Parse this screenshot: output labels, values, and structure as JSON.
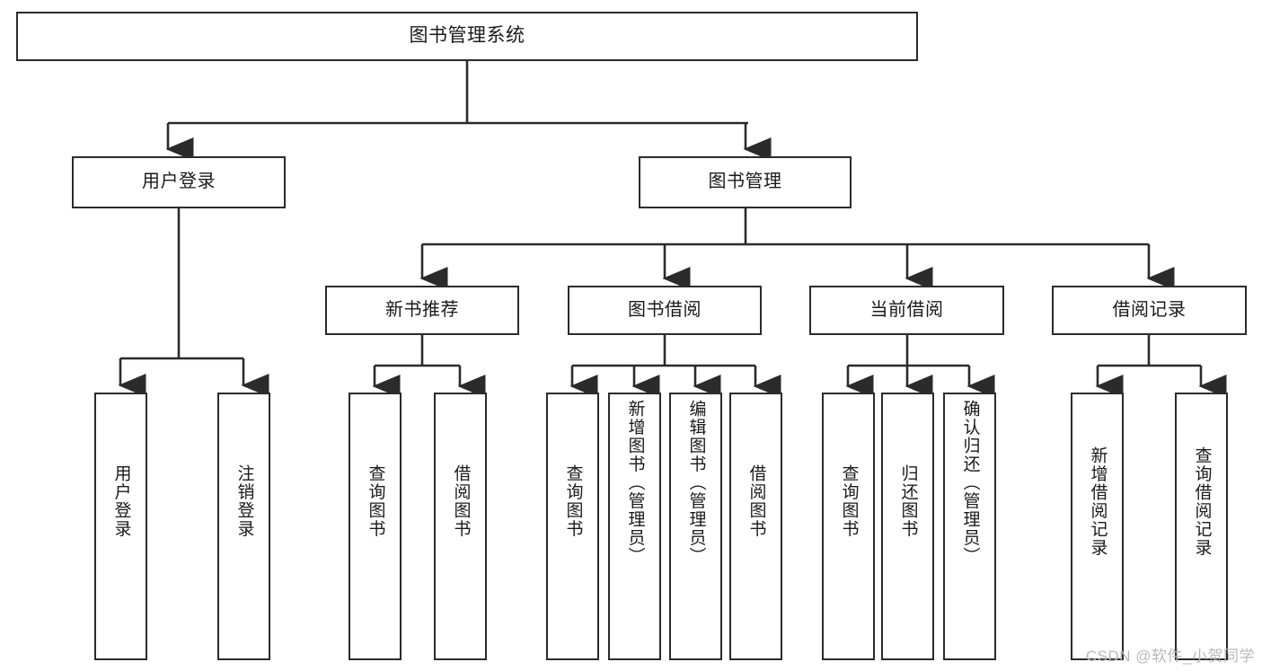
{
  "diagram": {
    "title": "图书管理系统",
    "type": "functional-structure-tree",
    "watermark": "CSDN @软件_小贺同学",
    "colors": {
      "stroke": "#2b2b2b",
      "fill": "#ffffff",
      "text": "#1a1a1a",
      "watermark": "#b9b9b9"
    }
  },
  "nodes": {
    "root": {
      "label": "图书管理系统"
    },
    "level1": [
      {
        "id": "user-login",
        "label": "用户登录"
      },
      {
        "id": "book-manage",
        "label": "图书管理"
      }
    ],
    "level2": [
      {
        "id": "new-book-recommend",
        "label": "新书推荐"
      },
      {
        "id": "book-borrow",
        "label": "图书借阅"
      },
      {
        "id": "current-borrow",
        "label": "当前借阅"
      },
      {
        "id": "borrow-record",
        "label": "借阅记录"
      }
    ],
    "leaves": {
      "user-login": [
        {
          "id": "leaf-user-login",
          "label": "用户登录"
        },
        {
          "id": "leaf-user-logout",
          "label": "注销登录"
        }
      ],
      "new-book-recommend": [
        {
          "id": "leaf-query-book-1",
          "label": "查询图书"
        },
        {
          "id": "leaf-borrow-book-1",
          "label": "借阅图书"
        }
      ],
      "book-borrow": [
        {
          "id": "leaf-query-book-2",
          "label": "查询图书"
        },
        {
          "id": "leaf-add-book",
          "label": "新增图书（管理员）"
        },
        {
          "id": "leaf-edit-book",
          "label": "编辑图书（管理员）"
        },
        {
          "id": "leaf-borrow-book-2",
          "label": "借阅图书"
        }
      ],
      "current-borrow": [
        {
          "id": "leaf-query-book-3",
          "label": "查询图书"
        },
        {
          "id": "leaf-return-book",
          "label": "归还图书"
        },
        {
          "id": "leaf-confirm-return",
          "label": "确认归还（管理员）"
        }
      ],
      "borrow-record": [
        {
          "id": "leaf-add-record",
          "label": "新增借阅记录"
        },
        {
          "id": "leaf-query-record",
          "label": "查询借阅记录"
        }
      ]
    }
  }
}
